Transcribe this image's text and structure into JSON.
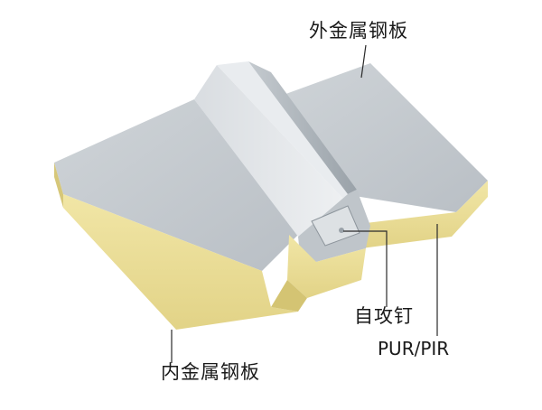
{
  "labels": {
    "outer_steel_sheet": "外金属钢板",
    "self_tapping_screw": "自攻钉",
    "core_material": "PUR/PIR",
    "inner_steel_sheet": "内金属钢板"
  },
  "colors": {
    "steel_top": "#c7ccd1",
    "steel_ridge": "#dfe3e7",
    "steel_ridge_shadow": "#a9b0b6",
    "foam_core": "#ecdf9a",
    "foam_shadow": "#d9c97a",
    "leader_line": "#2a2a2a"
  }
}
